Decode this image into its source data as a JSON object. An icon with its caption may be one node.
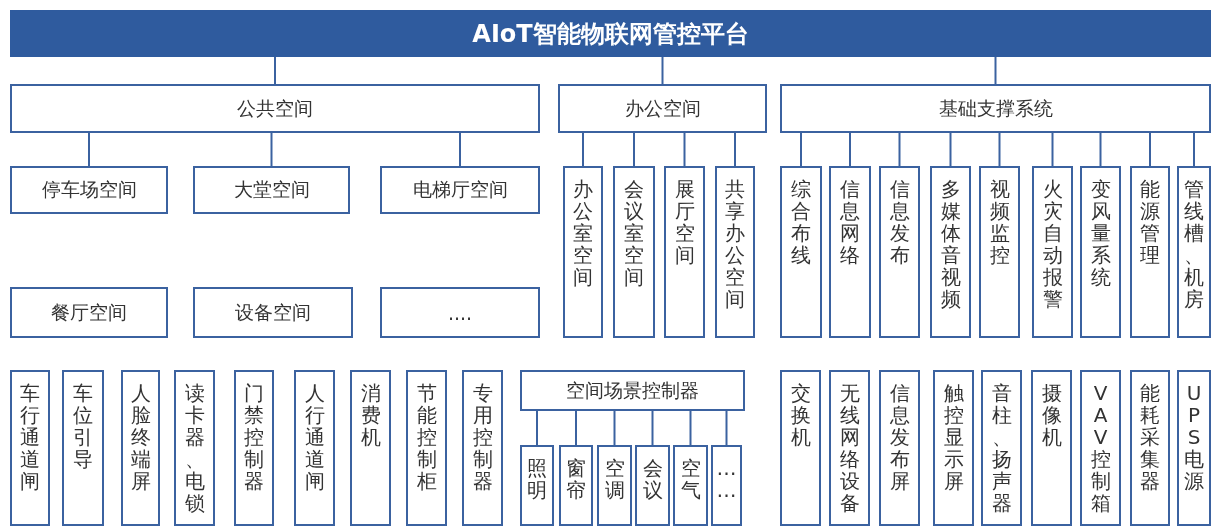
{
  "diagram": {
    "nodes": [
      {
        "text": [
          "AIoT智能物联网管控平台"
        ]
      },
      {
        "text": [
          "公共空间"
        ]
      },
      {
        "text": [
          "办公空间"
        ]
      },
      {
        "text": [
          "基础支撑系统"
        ]
      },
      {
        "text": [
          "停车场空间"
        ]
      },
      {
        "text": [
          "大堂空间"
        ]
      },
      {
        "text": [
          "电梯厅空间"
        ]
      },
      {
        "text": [
          "办公室空间"
        ]
      },
      {
        "text": [
          "会议室空间"
        ]
      },
      {
        "text": [
          "展厅空间"
        ]
      },
      {
        "text": [
          "共享办公空间"
        ]
      },
      {
        "text": [
          "综合布线"
        ]
      },
      {
        "text": [
          "信息网络"
        ]
      },
      {
        "text": [
          "信息发布"
        ]
      },
      {
        "text": [
          "多媒体音视频"
        ]
      },
      {
        "text": [
          "视频监控"
        ]
      },
      {
        "text": [
          "火灾自动报警"
        ]
      },
      {
        "text": [
          "变风量系统"
        ]
      },
      {
        "text": [
          "能源管理"
        ]
      },
      {
        "text": [
          "管线槽、机房"
        ]
      },
      {
        "text": [
          "餐厅空间"
        ]
      },
      {
        "text": [
          "设备空间"
        ]
      },
      {
        "text": [
          "...."
        ]
      },
      {
        "text": [
          "车行通道闸"
        ]
      },
      {
        "text": [
          "车位引导"
        ]
      },
      {
        "text": [
          "人脸终端屏"
        ]
      },
      {
        "text": [
          "读卡器、电锁"
        ]
      },
      {
        "text": [
          "门禁控制器"
        ]
      },
      {
        "text": [
          "人行通道闸"
        ]
      },
      {
        "text": [
          "消费机"
        ]
      },
      {
        "text": [
          "节能控制柜"
        ]
      },
      {
        "text": [
          "专用控制器"
        ]
      },
      {
        "text": [
          "空间场景控制器"
        ]
      },
      {
        "text": [
          "照明"
        ]
      },
      {
        "text": [
          "窗帘"
        ]
      },
      {
        "text": [
          "空调"
        ]
      },
      {
        "text": [
          "会议"
        ]
      },
      {
        "text": [
          "空气"
        ]
      },
      {
        "text": [
          "……"
        ]
      },
      {
        "text": [
          "交换机"
        ]
      },
      {
        "text": [
          "无线网络设备"
        ]
      },
      {
        "text": [
          "信息发布屏"
        ]
      },
      {
        "text": [
          "触控显示屏"
        ]
      },
      {
        "text": [
          "音柱、扬声器"
        ]
      },
      {
        "text": [
          "摄像机"
        ]
      },
      {
        "text": [
          "VAV控制箱"
        ]
      },
      {
        "text": [
          "能耗采集器"
        ]
      },
      {
        "text": [
          "UPS电源"
        ]
      }
    ],
    "edges": [
      {
        "from": 0,
        "to": 1,
        "arrow": "none"
      },
      {
        "from": 0,
        "to": 2,
        "arrow": "none"
      },
      {
        "from": 0,
        "to": 3,
        "arrow": "none"
      },
      {
        "from": 1,
        "to": 4,
        "arrow": "none"
      },
      {
        "from": 1,
        "to": 5,
        "arrow": "none"
      },
      {
        "from": 1,
        "to": 6,
        "arrow": "none"
      },
      {
        "from": 2,
        "to": 7,
        "arrow": "none"
      },
      {
        "from": 2,
        "to": 8,
        "arrow": "none"
      },
      {
        "from": 2,
        "to": 9,
        "arrow": "none"
      },
      {
        "from": 2,
        "to": 10,
        "arrow": "none"
      },
      {
        "from": 3,
        "to": 11,
        "arrow": "none"
      },
      {
        "from": 3,
        "to": 12,
        "arrow": "none"
      },
      {
        "from": 3,
        "to": 13,
        "arrow": "none"
      },
      {
        "from": 3,
        "to": 14,
        "arrow": "none"
      },
      {
        "from": 3,
        "to": 15,
        "arrow": "none"
      },
      {
        "from": 3,
        "to": 16,
        "arrow": "none"
      },
      {
        "from": 3,
        "to": 17,
        "arrow": "none"
      },
      {
        "from": 3,
        "to": 18,
        "arrow": "none"
      },
      {
        "from": 3,
        "to": 19,
        "arrow": "none"
      },
      {
        "from": 32,
        "to": 33,
        "arrow": "none"
      },
      {
        "from": 32,
        "to": 34,
        "arrow": "none"
      },
      {
        "from": 32,
        "to": 35,
        "arrow": "none"
      },
      {
        "from": 32,
        "to": 36,
        "arrow": "none"
      },
      {
        "from": 32,
        "to": 37,
        "arrow": "none"
      },
      {
        "from": 32,
        "to": 38,
        "arrow": "none"
      }
    ]
  }
}
